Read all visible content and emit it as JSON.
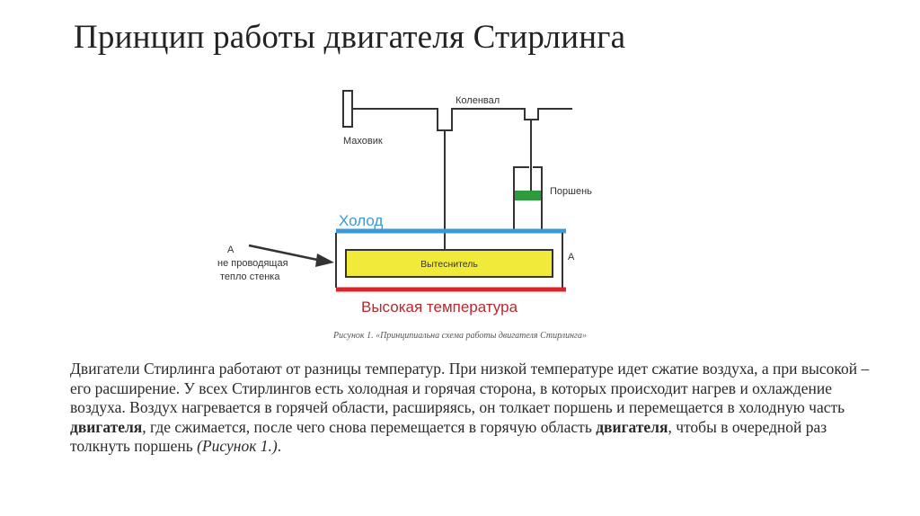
{
  "title": "Принцип работы двигателя Стирлинга",
  "diagram": {
    "labels": {
      "flywheel": "Маховик",
      "crankshaft": "Коленвал",
      "piston": "Поршень",
      "cold": "Холод",
      "displacer": "Вытеснитель",
      "hot": "Высокая температура",
      "wall_letter_left": "А",
      "wall_desc_line1": "не проводящая",
      "wall_desc_line2": "тепло стенка",
      "wall_letter_right": "А"
    },
    "colors": {
      "cold": "#3a9ad9",
      "hot": "#d9252a",
      "hot_label": "#b8282c",
      "displacer_fill": "#f2ea3a",
      "piston_fill": "#2e9a3e"
    }
  },
  "caption": "Рисунок 1. «Принципиальна схема работы двигателя Стирлинга»",
  "paragraph": {
    "part1": "Двигатели Стирлинга работают от разницы температур. При низкой температуре идет сжатие воздуха, а при высокой – его расширение. У всех Стирлингов есть холодная и горячая сторона, в которых происходит нагрев и охлаждение воздуха. Воздух нагревается в горячей области, расширяясь, он толкает поршень и перемещается в холодную часть ",
    "bold1": "двигателя",
    "part2": ", где сжимается, после чего снова перемещается в горячую область ",
    "bold2": "двигателя",
    "part3": ", чтобы в очередной раз толкнуть поршень ",
    "ref": "(Рисунок 1.)",
    "end": "."
  }
}
